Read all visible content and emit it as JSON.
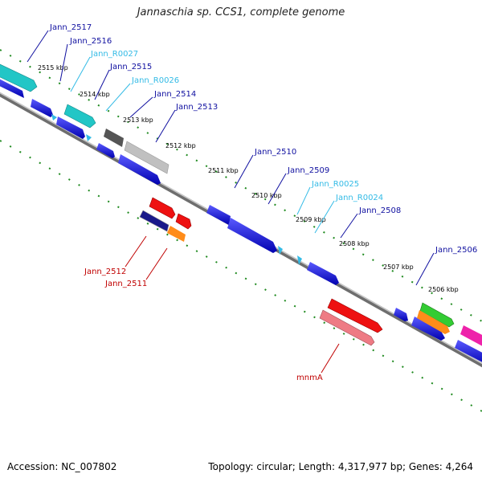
{
  "title": "Jannaschia sp. CCS1, complete genome",
  "footer": {
    "accession": "Accession: NC_007802",
    "topology": "Topology: circular; Length: 4,317,977 bp; Genes: 4,264"
  },
  "colors": {
    "backbone": "#8c8c8c",
    "tick_green": "#1f8a1f",
    "cds": "#0a0ae6",
    "rna_cyan": "#22c6c6",
    "rna_label": "#33bbe6",
    "label_navy": "#1010a0",
    "label_red": "#c00000",
    "red_feature": "#ee1111",
    "pink_feature": "#ee7b84",
    "orange_feature": "#ff8c1a",
    "green_feature": "#33cc33",
    "magenta_feature": "#ee22aa",
    "grey_dark": "#555555",
    "grey_light": "#c0c0c0"
  },
  "kbp_labels": [
    "2515 kbp",
    "2514 kbp",
    "2513 kbp",
    "2512 kbp",
    "2511 kbp",
    "2510 kbp",
    "2509 kbp",
    "2508 kbp",
    "2507 kbp",
    "2506 kbp"
  ],
  "gene_labels": [
    "Jann_2517",
    "Jann_2516",
    "Jann_R0027",
    "Jann_2515",
    "Jann_R0026",
    "Jann_2514",
    "Jann_2513",
    "Jann_2510",
    "Jann_2509",
    "Jann_R0025",
    "Jann_R0024",
    "Jann_2508",
    "Jann_2506",
    "Jann_2512",
    "Jann_2511",
    "mnmA"
  ]
}
